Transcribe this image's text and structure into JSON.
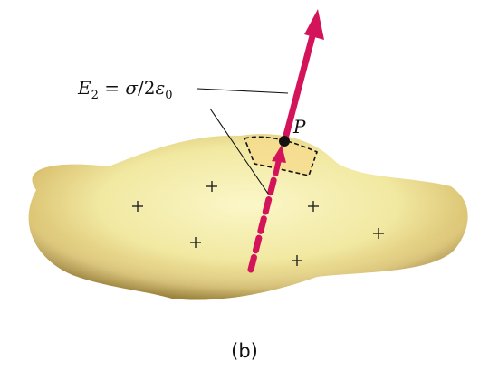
{
  "figure": {
    "field_label": {
      "symbol": "E",
      "subscript": "2",
      "equals": " = ",
      "sigma": "σ",
      "slash": "/",
      "two": "2",
      "epsilon": "ε",
      "epsilon_subscript": "0"
    },
    "point_label": "P",
    "caption": "(b)",
    "plus_sign": "+",
    "colors": {
      "arrow": "#d4145a",
      "surface_fill": "#f3ecaa",
      "surface_edge": "#a98f3c",
      "patch_fill": "#f8dd92"
    }
  }
}
